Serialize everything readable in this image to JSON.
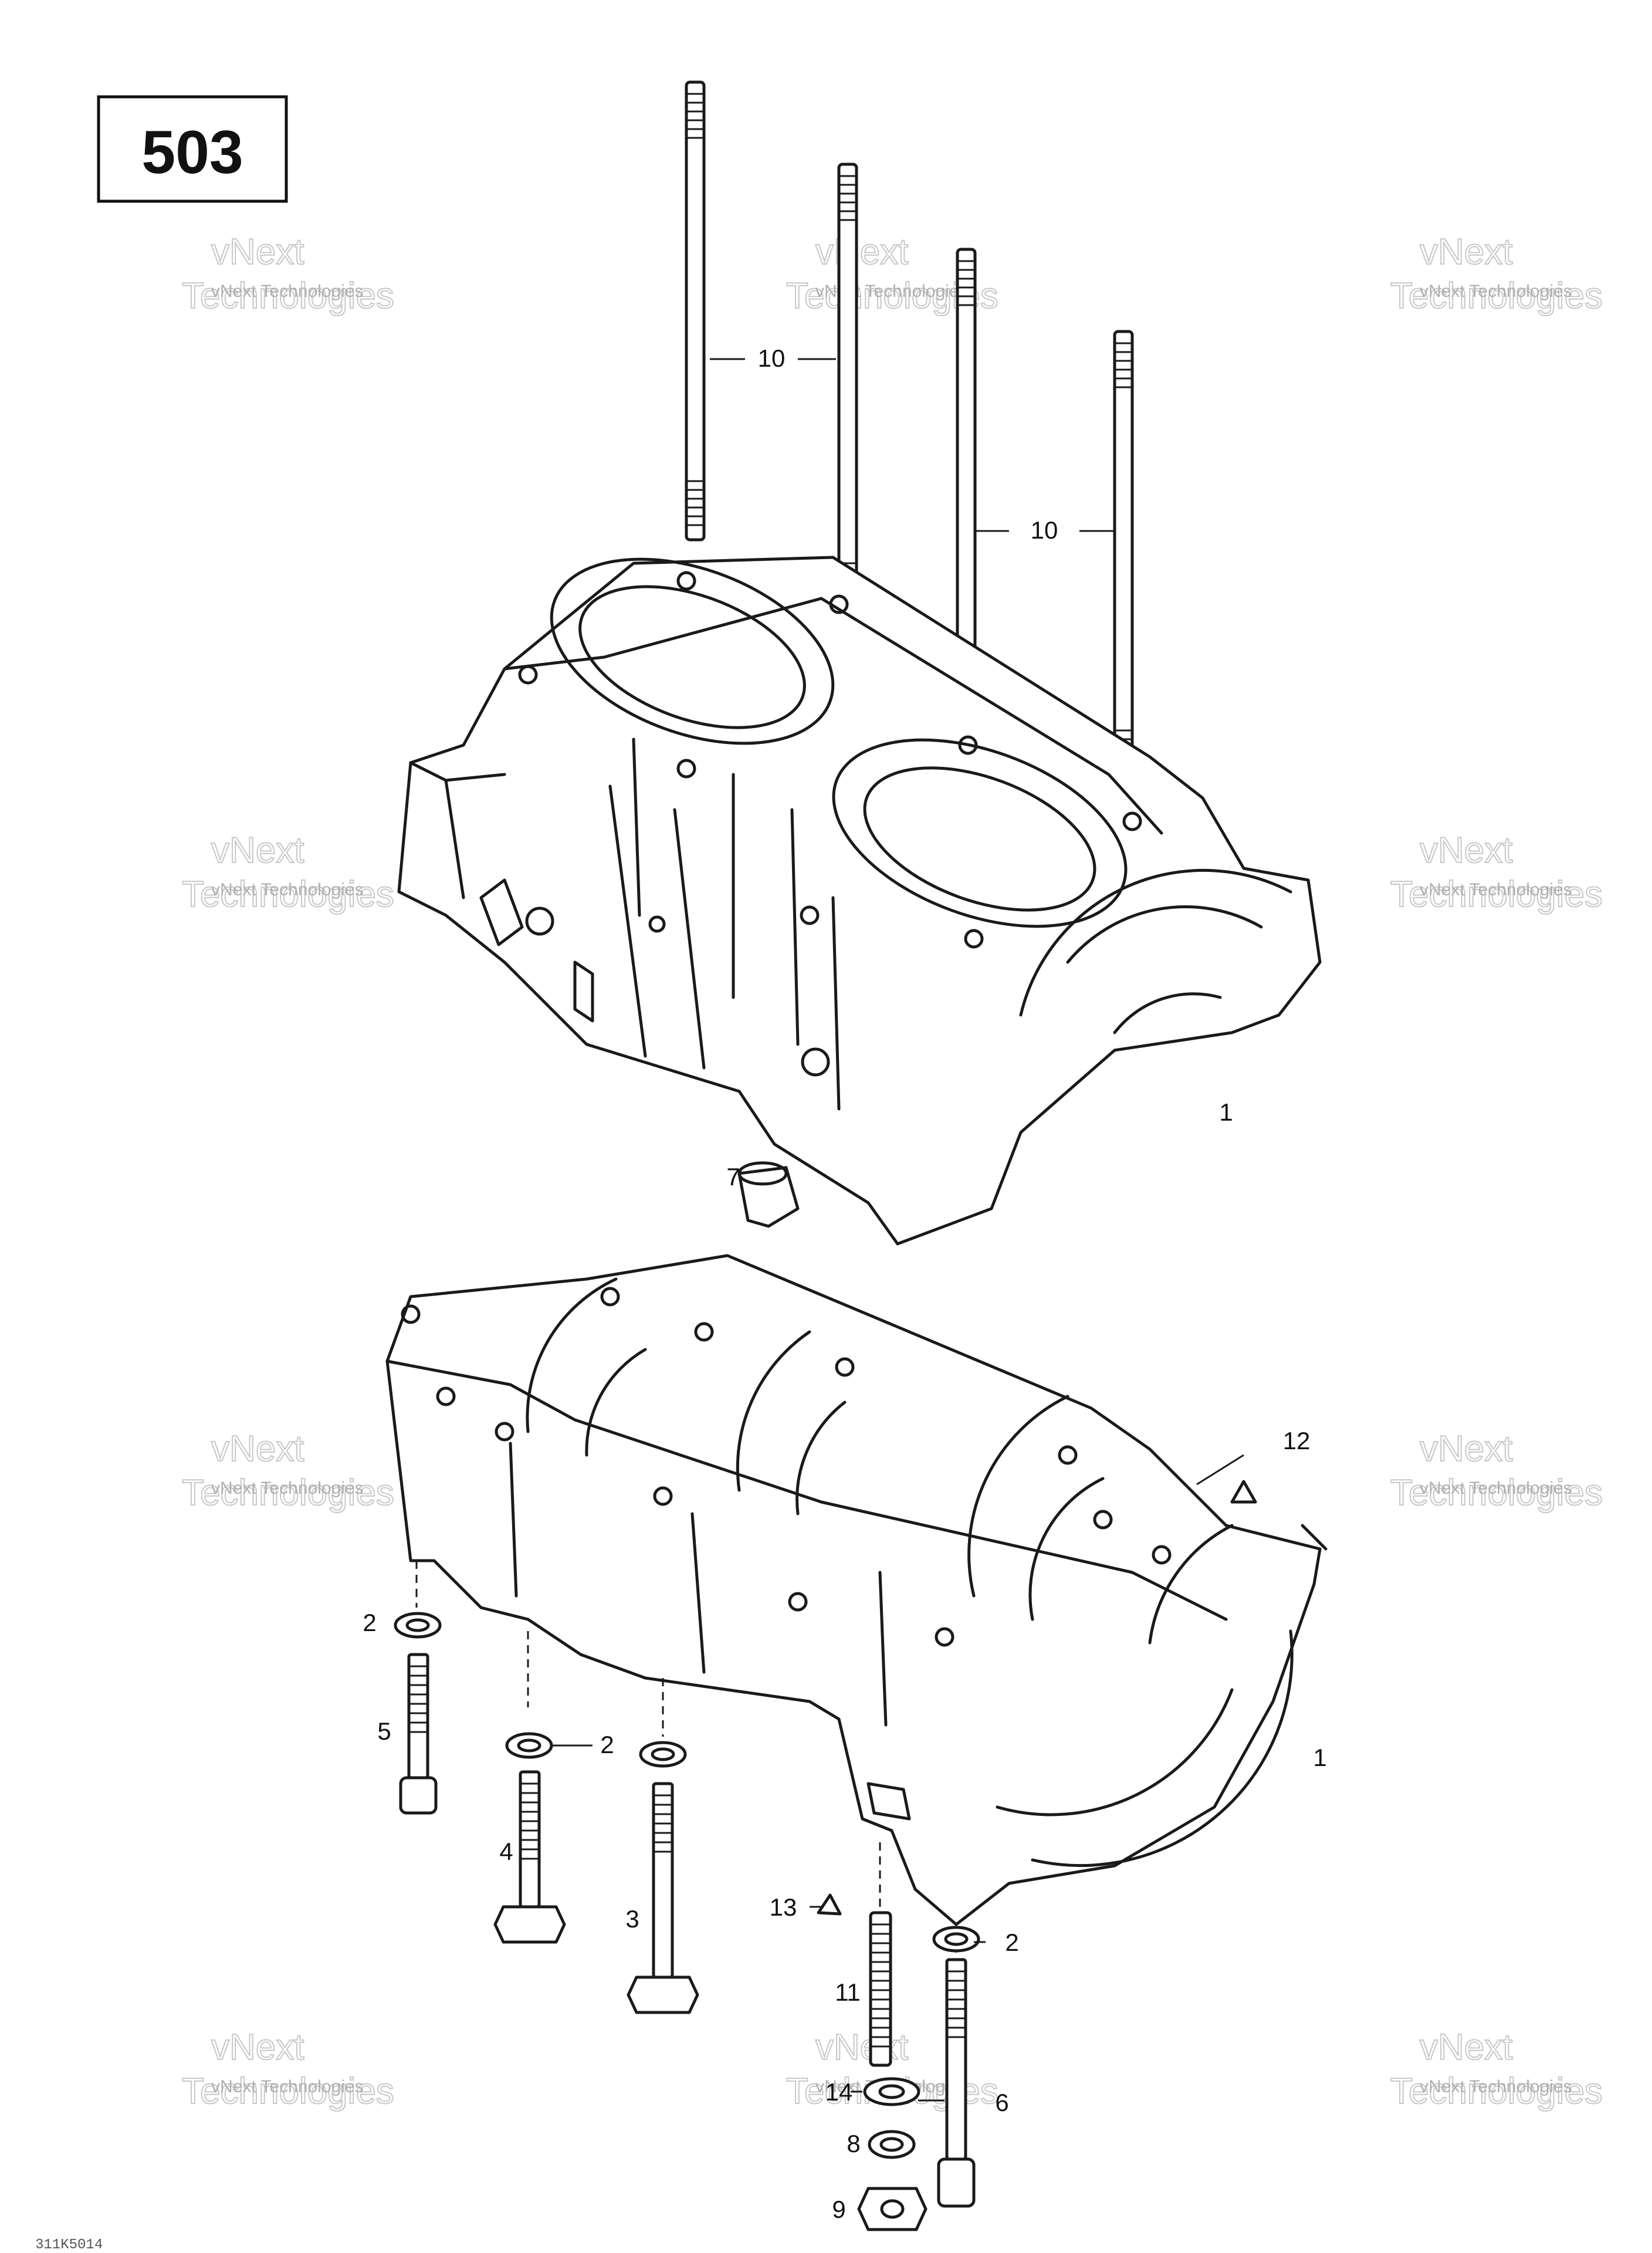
{
  "diagram_id": "503",
  "callouts": {
    "c1_upper": "1",
    "c1_lower": "1",
    "c2_a": "2",
    "c2_b": "2",
    "c2_c": "2",
    "c3": "3",
    "c4": "4",
    "c5": "5",
    "c6": "6",
    "c7": "7",
    "c8": "8",
    "c9": "9",
    "c10_a": "10",
    "c10_b": "10",
    "c11": "11",
    "c12": "12",
    "c13": "13",
    "c14": "14"
  },
  "watermark": {
    "line1": "vNext Technologies",
    "line2": "vNext",
    "line3": "Technologies"
  },
  "footer_code": "311K5014"
}
